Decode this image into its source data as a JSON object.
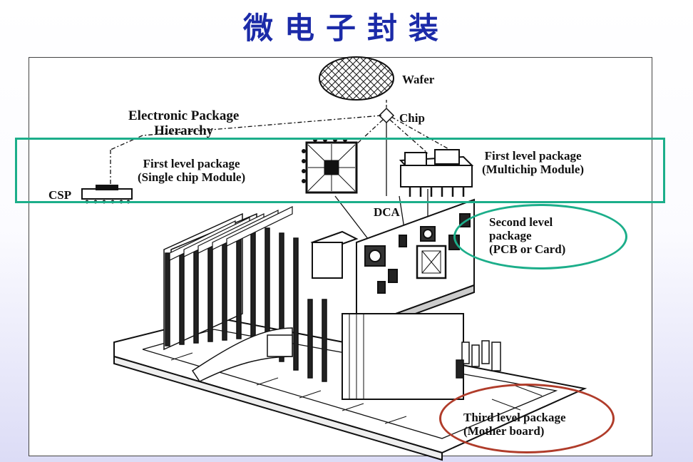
{
  "title": "微电子封装",
  "diagram": {
    "heading_line1": "Electronic Package",
    "heading_line2": "Hierarchy",
    "wafer": "Wafer",
    "chip": "Chip",
    "csp": "CSP",
    "dca": "DCA",
    "first_single_line1": "First level package",
    "first_single_line2": "(Single chip Module)",
    "first_multi_line1": "First level package",
    "first_multi_line2": "(Multichip Module)",
    "second_line1": "Second level",
    "second_line2": "package",
    "second_line3": "(PCB or Card)",
    "third_line1": "Third level package",
    "third_line2": "(Mother board)"
  },
  "colors": {
    "title": "#1b2aa8",
    "highlight_green": "#1cae8a",
    "highlight_red": "#b03c2a"
  }
}
